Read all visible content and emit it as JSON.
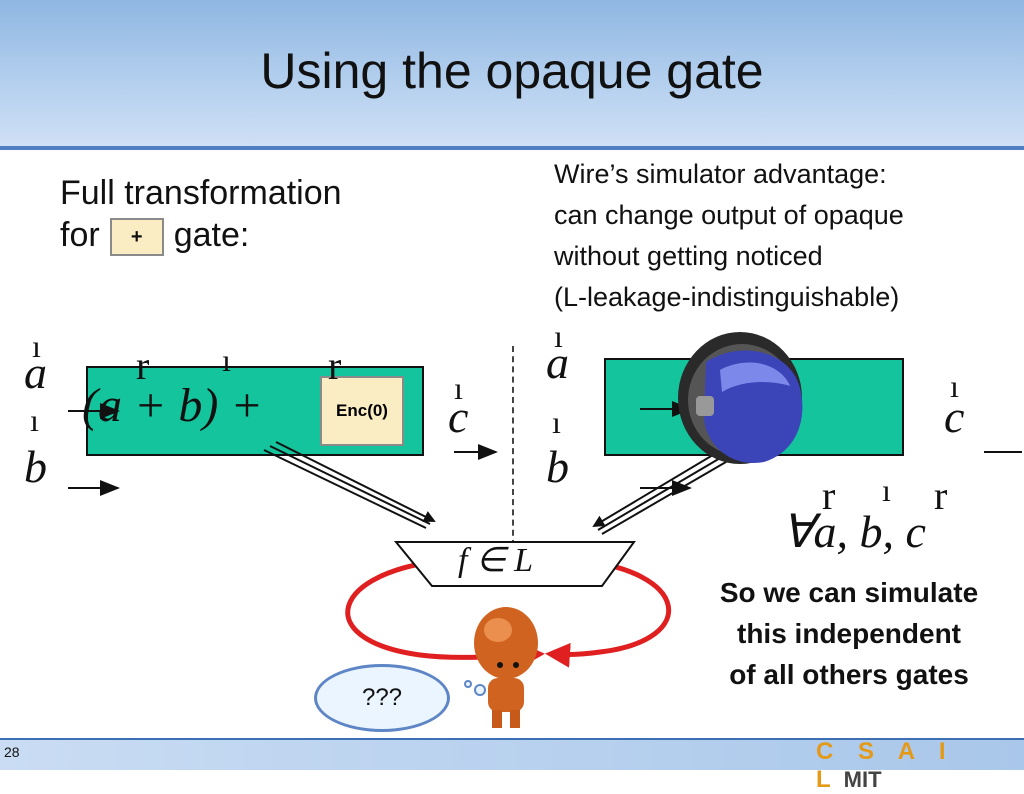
{
  "slide": {
    "title": "Using the opaque gate",
    "number": "28",
    "logo_text": "C S A I L",
    "logo_suffix": "MIT"
  },
  "left_text": {
    "line1": "Full transformation",
    "for_word": "for",
    "gate_word": "gate:",
    "plus_label": "+"
  },
  "right_text": {
    "line1": "Wire’s simulator advantage:",
    "line2": "can change output of opaque",
    "line3": "without getting noticed",
    "line4": "(L-leakage-indistinguishable)"
  },
  "bottom_text": {
    "line1": "So we can simulate",
    "line2": "this independent",
    "line3": "of all others gates"
  },
  "math": {
    "a": "a",
    "b": "b",
    "c": "c",
    "formula": "(a + b) +",
    "enc_label": "Enc(0)",
    "forall": "∀a, b, c",
    "f_in_L": "f ∈ L",
    "vec_r": "r",
    "vec_i": "ı"
  },
  "cloud_text": "???",
  "colors": {
    "gate_fill": "#14c49c",
    "ellipse_red": "#e02020",
    "title_blue": "#8fb7e2"
  },
  "icons": [
    "visor-helmet-icon",
    "orange-robot-figure",
    "thought-cloud"
  ]
}
